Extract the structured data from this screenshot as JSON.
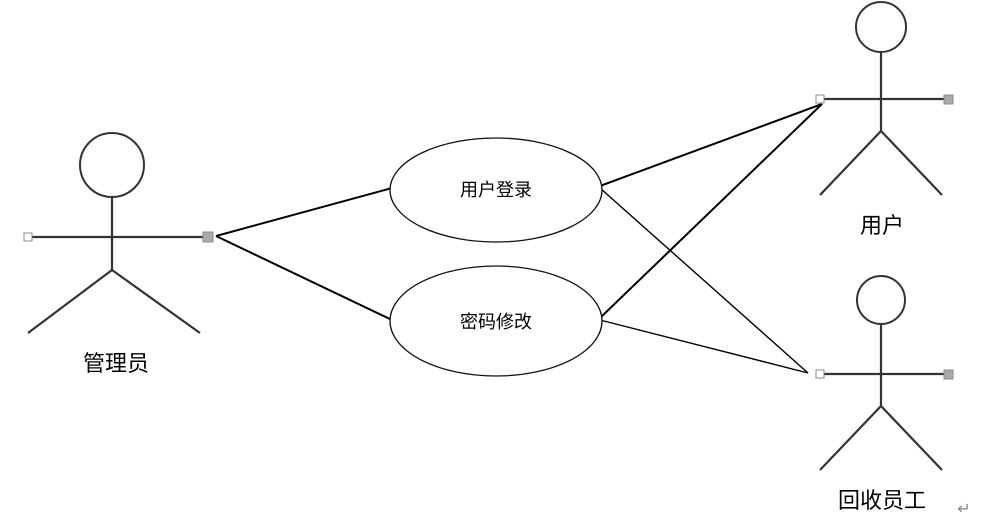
{
  "actors": {
    "admin": {
      "label": "管理员"
    },
    "user": {
      "label": "用户"
    },
    "staff": {
      "label": "回收员工"
    }
  },
  "use_cases": {
    "login": {
      "label": "用户登录"
    },
    "password": {
      "label": "密码修改"
    }
  },
  "return_mark": "↵"
}
